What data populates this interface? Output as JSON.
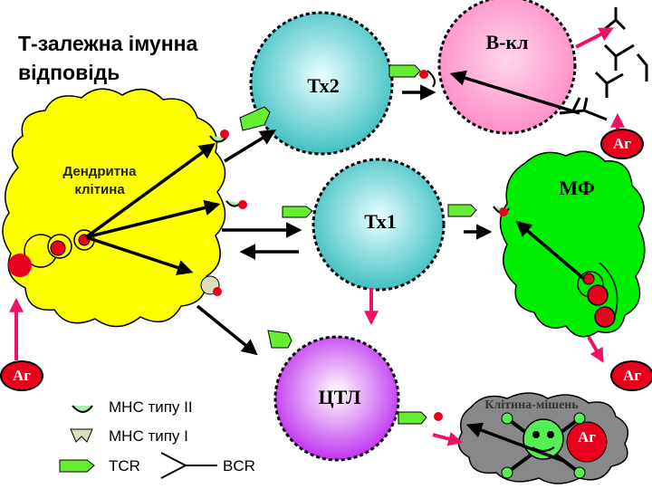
{
  "title": "Т-залежна імунна відповідь",
  "cells": {
    "dendritic": "Дендритна клітина",
    "th2": "Тх2",
    "b_cell": "В-кл",
    "th1": "Тх1",
    "macrophage": "МФ",
    "ctl": "ЦТЛ",
    "target_cell": "Клітина-мішень"
  },
  "antigen_label": "Аг",
  "legend": {
    "mhc2": "МНС типу  II",
    "mhc1": "МНС типу  I",
    "tcr": "TCR",
    "bcr": "BCR"
  },
  "colors": {
    "dendritic": "#ffff00",
    "th_cells": "#66cccc",
    "b_cell": "#ff99cc",
    "macrophage": "#00ee00",
    "ctl": "#cc33ff",
    "target_cell": "#888888",
    "antigen": "#e8001c",
    "arrow_pink": "#ee1166",
    "tcr_green": "#66ee33"
  }
}
